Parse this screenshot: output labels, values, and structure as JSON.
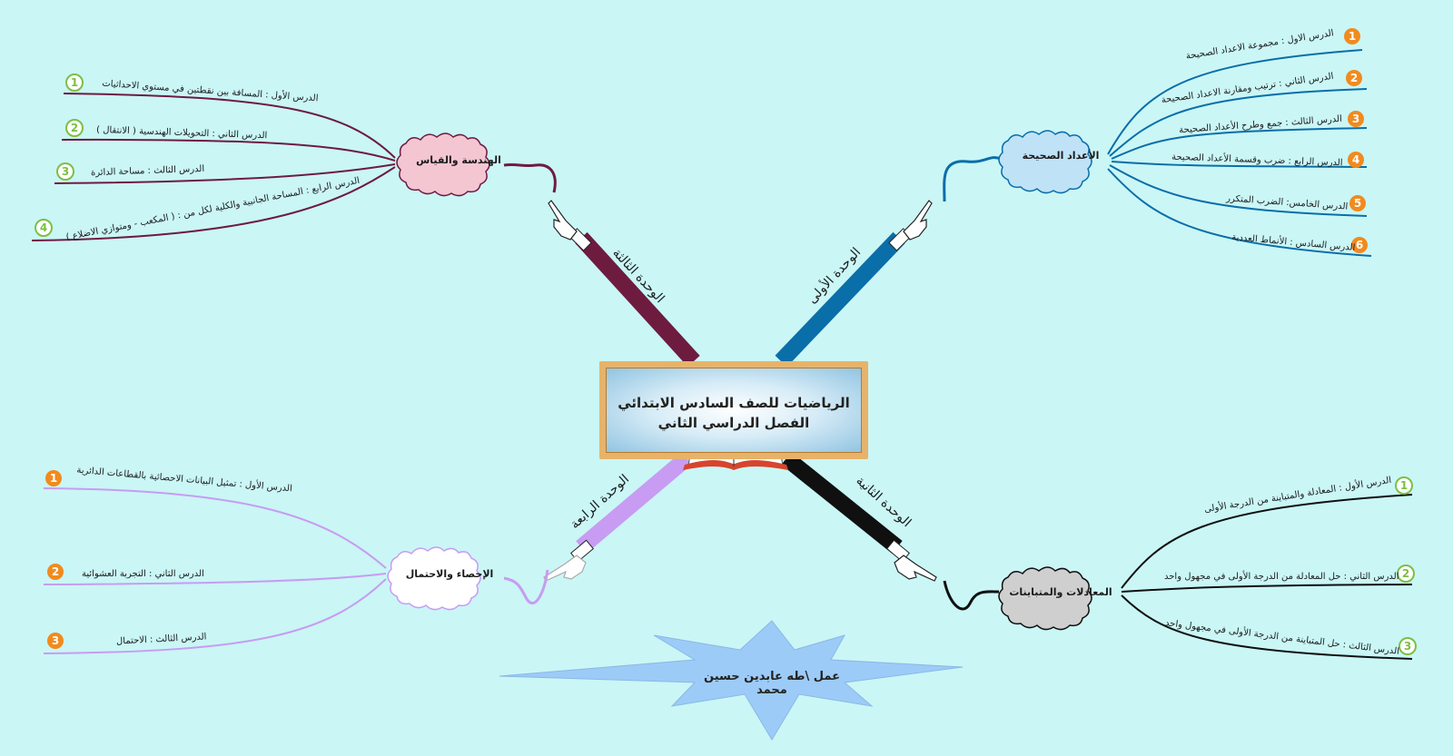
{
  "title": {
    "line1": "الرياضيات للصف السادس الابتدائي",
    "line2": "الفصل الدراسي الثاني"
  },
  "author": "عمل  \\طه عابدين حسين محمد",
  "colors": {
    "background": "#caf6f6",
    "unit1": "#0a6ea8",
    "unit2": "#101010",
    "unit3": "#6e1b40",
    "unit4": "#c79cf2",
    "badge_orange": "#f28a1d",
    "badge_green": "#7cc043"
  },
  "icons": [
    "pointing-hand-icon",
    "open-book-icon",
    "star-burst-shape"
  ],
  "units": [
    {
      "id": "unit1",
      "label": "الوحدة الأولى",
      "topic": "الأعداد الصحيحة",
      "lessons": [
        {
          "num": "1",
          "text": "الدرس الاول : مجموعة الاعداد الصحيحة"
        },
        {
          "num": "2",
          "text": "الدرس الثاني : ترتيب ومقارنة الاعداد الصحيحة"
        },
        {
          "num": "3",
          "text": "الدرس الثالث : جمع وطرح الأعداد الصحيحة"
        },
        {
          "num": "4",
          "text": "الدرس الرابع : ضرب وقسمة الأعداد الصحيحة"
        },
        {
          "num": "5",
          "text": "الدرس الخامس: الضرب المتكرر"
        },
        {
          "num": "6",
          "text": "الدرس السادس : الأنماط العددية"
        }
      ]
    },
    {
      "id": "unit2",
      "label": "الوحدة الثانية",
      "topic": "المعادلات والمتباينات",
      "lessons": [
        {
          "num": "1",
          "text": "الدرس الأول : المعادلة والمتباينة من الدرجة الأولى"
        },
        {
          "num": "2",
          "text": "الدرس الثاني : حل المعادلة من الدرجة الأولى في مجهول واحد"
        },
        {
          "num": "3",
          "text": "الدرس الثالث : حل المتباينة من الدرجة الأولى في مجهول واحد"
        }
      ]
    },
    {
      "id": "unit3",
      "label": "الوحدة الثالثة",
      "topic": "الهندسة والقياس",
      "lessons": [
        {
          "num": "1",
          "text": "الدرس الأول : المسافة بين نقطتين في مستوي الاحداثيات"
        },
        {
          "num": "2",
          "text": "الدرس الثاني : التحويلات الهندسية ( الانتقال )"
        },
        {
          "num": "3",
          "text": "الدرس الثالث : مساحة الدائرة"
        },
        {
          "num": "4",
          "text": "الدرس الرابع : المساحة الجانبية والكلية لكل من : ( المكعب - ومتوازي الاضلاع )"
        }
      ]
    },
    {
      "id": "unit4",
      "label": "الوحدة الرابعة",
      "topic": "الإحصاء والاحتمال",
      "lessons": [
        {
          "num": "1",
          "text": "الدرس الأول : تمثيل البيانات الاحصائية بالقطاعات الدائرية"
        },
        {
          "num": "2",
          "text": "الدرس الثاني : التجربة العشوائية"
        },
        {
          "num": "3",
          "text": "الدرس الثالث : الاحتمال"
        }
      ]
    }
  ]
}
